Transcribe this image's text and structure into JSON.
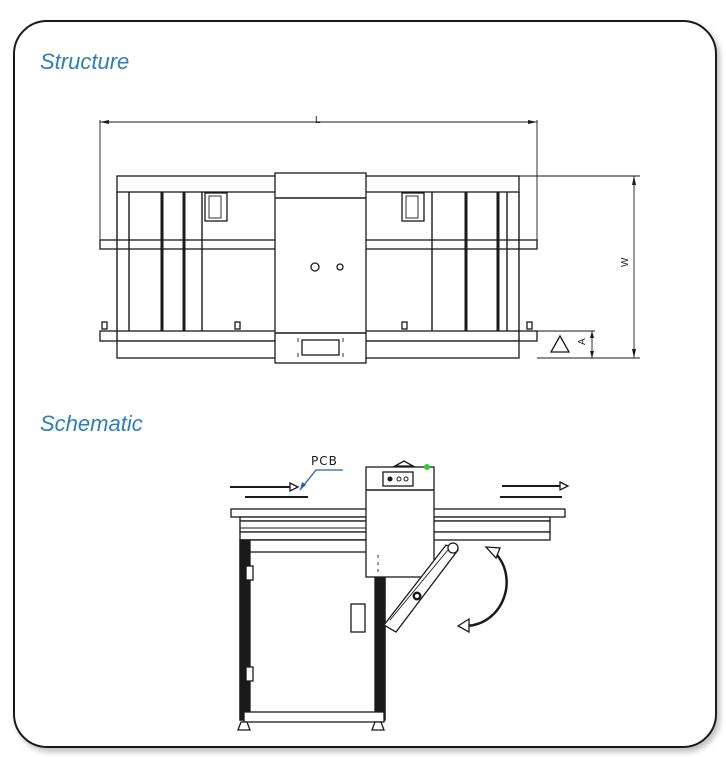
{
  "sections": {
    "structure_title": "Structure",
    "schematic_title": "Schematic"
  },
  "structure": {
    "dim_length": "L",
    "dim_width": "W",
    "dim_height": "A"
  },
  "schematic": {
    "pcb_label": "PCB"
  },
  "colors": {
    "title": "#2c7fb8",
    "pcb_leader": "#1f5fbf",
    "indicator_led": "#33cc33",
    "line": "#1a1a1a"
  }
}
